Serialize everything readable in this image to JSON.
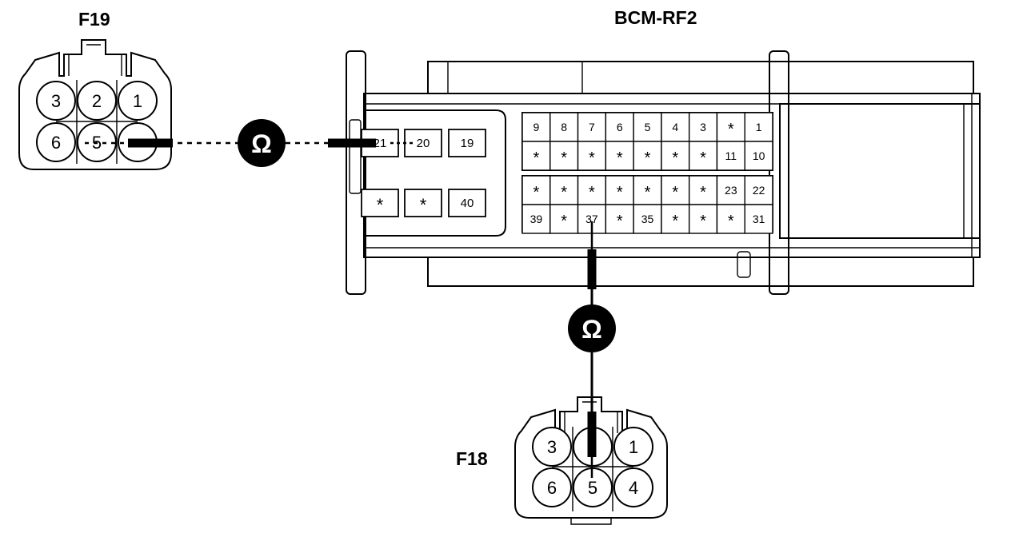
{
  "labels": {
    "f19": "F19",
    "bcm": "BCM-RF2",
    "f18": "F18"
  },
  "symbols": {
    "ohm": "Ω"
  },
  "f19_pins": [
    "3",
    "2",
    "1",
    "6",
    "5",
    ""
  ],
  "f18_pins": [
    "3",
    "",
    "1",
    "6",
    "5",
    "4"
  ],
  "bcm_left_block": {
    "top": [
      "21",
      "20",
      "19"
    ],
    "bottom": [
      "*",
      "*",
      "40"
    ]
  },
  "bcm_grid_upper": [
    [
      "9",
      "8",
      "7",
      "6",
      "5",
      "4",
      "3",
      "*",
      "1"
    ],
    [
      "*",
      "*",
      "*",
      "*",
      "*",
      "*",
      "*",
      "11",
      "10"
    ]
  ],
  "bcm_grid_lower": [
    [
      "*",
      "*",
      "*",
      "*",
      "*",
      "*",
      "*",
      "23",
      "22"
    ],
    [
      "39",
      "*",
      "37",
      "*",
      "35",
      "*",
      "*",
      "*",
      "31"
    ]
  ]
}
